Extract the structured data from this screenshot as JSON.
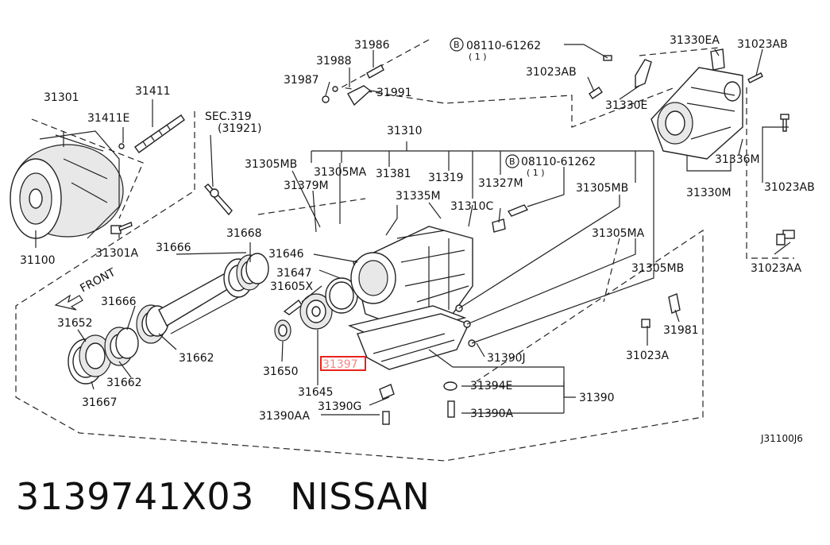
{
  "diagram_code": "J31100J6",
  "caption": {
    "part_number": "3139741X03",
    "brand": "NISSAN"
  },
  "highlighted_part": "31397",
  "labels": {
    "p31986": "31986",
    "bolt_note_top": "08110-61262",
    "bolt_qty_top": "( 1 )",
    "p31330EA": "31330EA",
    "p31023AB_top": "31023AB",
    "p31988": "31988",
    "p31987": "31987",
    "p31991": "31991",
    "p31023AB_mid": "31023AB",
    "p31330E": "31330E",
    "p31301": "31301",
    "p31411": "31411",
    "p31411E": "31411E",
    "sec319": "SEC.319",
    "sec319_sub": "(31921)",
    "p31310": "31310",
    "p31305MB_a": "31305MB",
    "p31305MA_a": "31305MA",
    "p31381": "31381",
    "p31319": "31319",
    "p31327M": "31327M",
    "bolt_note_mid": "08110-61262",
    "bolt_qty_mid": "( 1 )",
    "p31336M": "31336M",
    "p31379M": "31379M",
    "p31335M": "31335M",
    "p31305MB_b": "31305MB",
    "p31023AB_right": "31023AB",
    "p31330M": "31330M",
    "p31310C": "31310C",
    "p31100": "31100",
    "p31301A": "31301A",
    "p31668": "31668",
    "p31666_a": "31666",
    "p31646": "31646",
    "p31305MA_b": "31305MA",
    "p31023AA": "31023AA",
    "p31647": "31647",
    "p31605X": "31605X",
    "p31305MB_c": "31305MB",
    "front": "FRONT",
    "p31666_b": "31666",
    "p31652": "31652",
    "p31981": "31981",
    "p31023A": "31023A",
    "p31390J": "31390J",
    "p31397": "31397",
    "p31662_a": "31662",
    "p31650": "31650",
    "p31662_b": "31662",
    "p31394E": "31394E",
    "p31390": "31390",
    "p31645": "31645",
    "p31667": "31667",
    "p31390G": "31390G",
    "p31390AA": "31390AA",
    "p31390A": "31390A",
    "bolt_marker": "B"
  }
}
